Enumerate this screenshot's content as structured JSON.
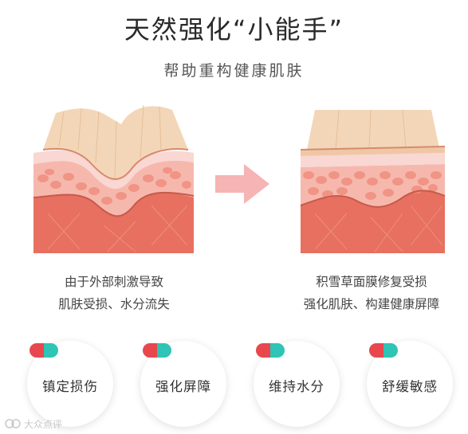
{
  "header": {
    "title": "天然强化“小能手”",
    "subtitle": "帮助重构健康肌肤"
  },
  "before": {
    "caption_line1": "由于外部刺激导致",
    "caption_line2": "肌肤受损、水分流失"
  },
  "after": {
    "caption_line1": "积雪草面膜修复受损",
    "caption_line2": "强化肌肤、构建健康屏障"
  },
  "features": [
    {
      "label": "镇定损伤"
    },
    {
      "label": "强化屏障"
    },
    {
      "label": "维持水分"
    },
    {
      "label": "舒缓敏感"
    }
  ],
  "watermark": {
    "text": "大众点评"
  },
  "colors": {
    "pill_red": "#e8474e",
    "pill_teal": "#2ec4b6",
    "arrow": "#f6b4b4",
    "skin_top": "#f3d6b8",
    "skin_cells": "#f2a59a",
    "skin_dermis": "#e77060"
  }
}
